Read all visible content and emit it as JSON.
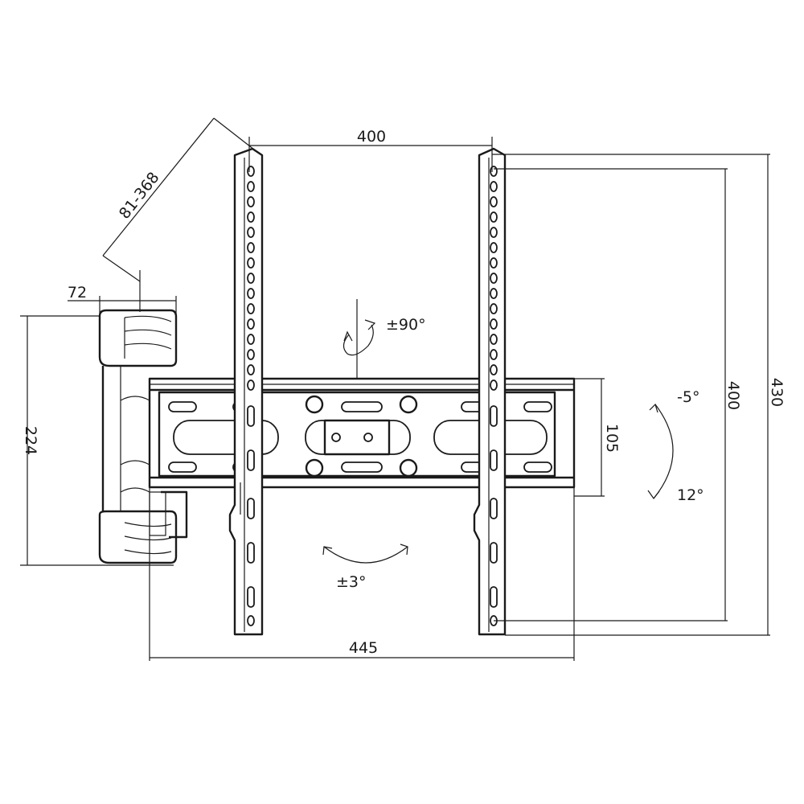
{
  "dimensions": {
    "arm_extension": "81-368",
    "wall_plate_width": "72",
    "wall_plate_height": "224",
    "vesa_horizontal": "400",
    "vesa_vertical": "400",
    "total_height": "430",
    "rail_height": "105",
    "total_width": "445"
  },
  "angles": {
    "swivel": "±90°",
    "tilt_up": "-5°",
    "tilt_down": "12°",
    "rotation": "±3°"
  }
}
